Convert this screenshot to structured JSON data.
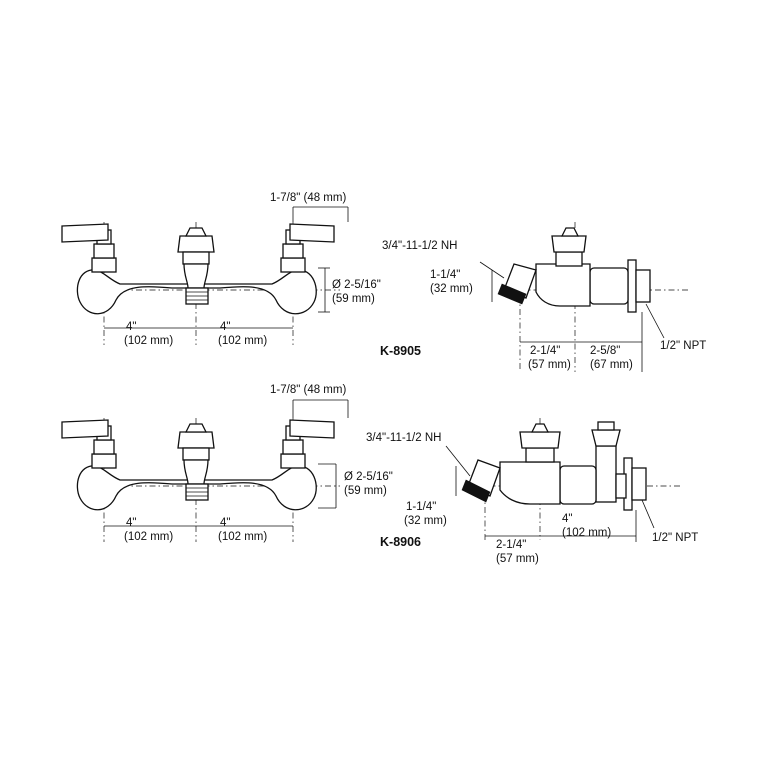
{
  "models": {
    "top": {
      "label": "K-8905",
      "front": {
        "spout_offset": "1-7/8\" (48 mm)",
        "diameter_line1": "Ø 2-5/16\"",
        "diameter_line2": "(59 mm)",
        "left_span_in": "4\"",
        "left_span_mm": "(102 mm)",
        "right_span_in": "4\"",
        "right_span_mm": "(102 mm)"
      },
      "side": {
        "hose_thread": "3/4\"-11-1/2 NH",
        "hose_drop_in": "1-1/4\"",
        "hose_drop_mm": "(32 mm)",
        "depth_a_in": "2-1/4\"",
        "depth_a_mm": "(57 mm)",
        "depth_b_in": "2-5/8\"",
        "depth_b_mm": "(67 mm)",
        "inlet": "1/2\" NPT"
      }
    },
    "bottom": {
      "label": "K-8906",
      "front": {
        "spout_offset": "1-7/8\" (48 mm)",
        "diameter_line1": "Ø 2-5/16\"",
        "diameter_line2": "(59 mm)",
        "left_span_in": "4\"",
        "left_span_mm": "(102 mm)",
        "right_span_in": "4\"",
        "right_span_mm": "(102 mm)"
      },
      "side": {
        "hose_thread": "3/4\"-11-1/2 NH",
        "hose_drop_in": "1-1/4\"",
        "hose_drop_mm": "(32 mm)",
        "depth_a_in": "2-1/4\"",
        "depth_a_mm": "(57 mm)",
        "depth_b_in": "4\"",
        "depth_b_mm": "(102 mm)",
        "inlet": "1/2\" NPT"
      }
    }
  }
}
